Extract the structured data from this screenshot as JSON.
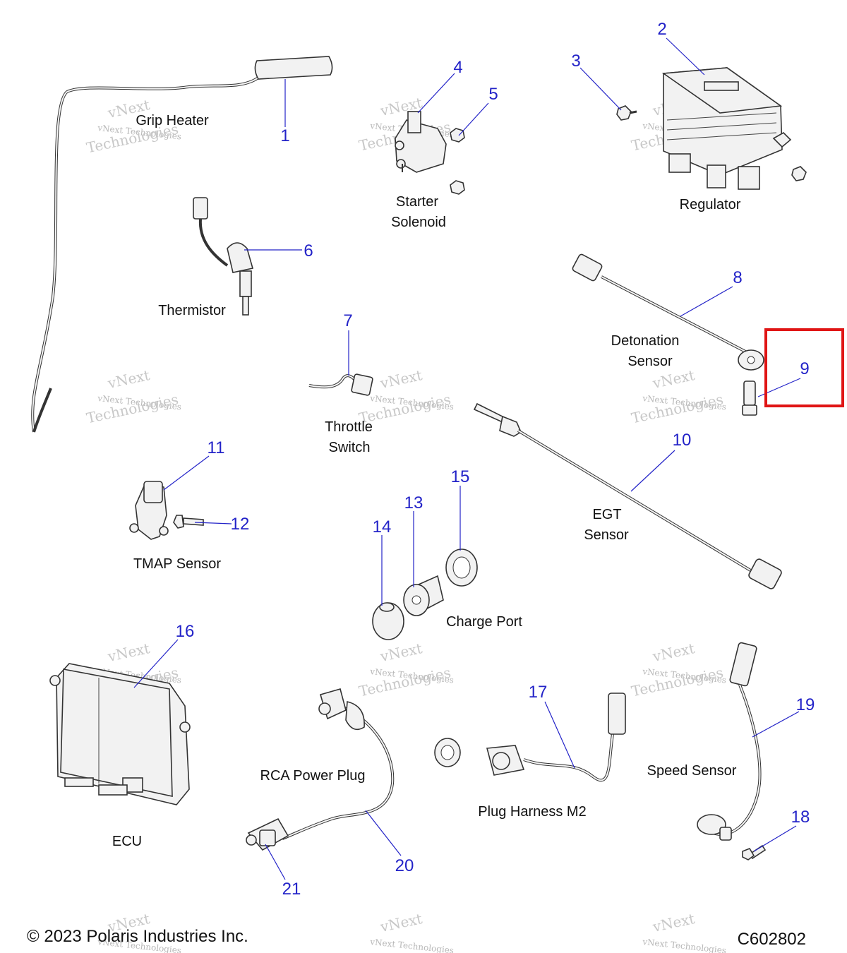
{
  "callouts": {
    "c1": "1",
    "c2": "2",
    "c3": "3",
    "c4": "4",
    "c5": "5",
    "c6": "6",
    "c7": "7",
    "c8": "8",
    "c9": "9",
    "c10": "10",
    "c11": "11",
    "c12": "12",
    "c13": "13",
    "c14": "14",
    "c15": "15",
    "c16": "16",
    "c17": "17",
    "c18": "18",
    "c19": "19",
    "c20": "20",
    "c21": "21"
  },
  "labels": {
    "grip_heater": "Grip Heater",
    "starter_1": "Starter",
    "starter_2": "Solenoid",
    "regulator": "Regulator",
    "thermistor": "Thermistor",
    "detonation_1": "Detonation",
    "detonation_2": "Sensor",
    "throttle_1": "Throttle",
    "throttle_2": "Switch",
    "egt_1": "EGT",
    "egt_2": "Sensor",
    "tmap": "TMAP Sensor",
    "charge_port": "Charge Port",
    "ecu": "ECU",
    "rca": "RCA Power Plug",
    "plug_harness": "Plug Harness M2",
    "speed_sensor": "Speed Sensor"
  },
  "footer": {
    "copyright": "© 2023 Polaris Industries Inc.",
    "figure_code": "C602802"
  },
  "watermark": {
    "line1": "vNext Technologies",
    "line2": "vNext",
    "line3": "Technologies"
  },
  "highlight": {
    "target_callout": "9",
    "color": "#e01515"
  },
  "colors": {
    "callout": "#2323c8",
    "label": "#111111"
  }
}
